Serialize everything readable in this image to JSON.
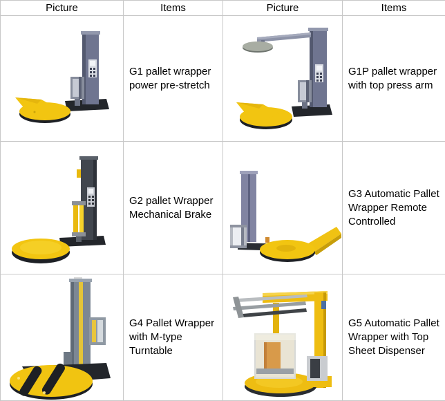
{
  "header": {
    "col1": "Picture",
    "col2": "Items",
    "col3": "Picture",
    "col4": "Items"
  },
  "rows": [
    {
      "left_image": "g1-pallet-wrapper-photo",
      "left_text": "G1 pallet wrapper power pre-stretch",
      "right_image": "g1p-pallet-wrapper-photo",
      "right_text": "G1P pallet wrapper with top press arm"
    },
    {
      "left_image": "g2-pallet-wrapper-photo",
      "left_text": "G2 pallet Wrapper Mechanical Brake",
      "right_image": "g3-pallet-wrapper-photo",
      "right_text": "G3 Automatic Pallet Wrapper Remote Controlled"
    },
    {
      "left_image": "g4-pallet-wrapper-photo",
      "left_text": "G4 Pallet Wrapper with M-type Turntable",
      "right_image": "g5-pallet-wrapper-photo",
      "right_text": "G5 Automatic Pallet Wrapper with Top Sheet Dispenser"
    }
  ],
  "colors": {
    "turntable_yellow": "#f2c511",
    "frame_yellow": "#eebd12",
    "mast_blue_gray": "#6f7590",
    "mast_dark_gray": "#41464e",
    "mast_light_purple": "#8184a2",
    "mast_gray": "#7c8794",
    "base_dark": "#23262b",
    "table_border": "#c8c8c8",
    "text": "#000000"
  }
}
